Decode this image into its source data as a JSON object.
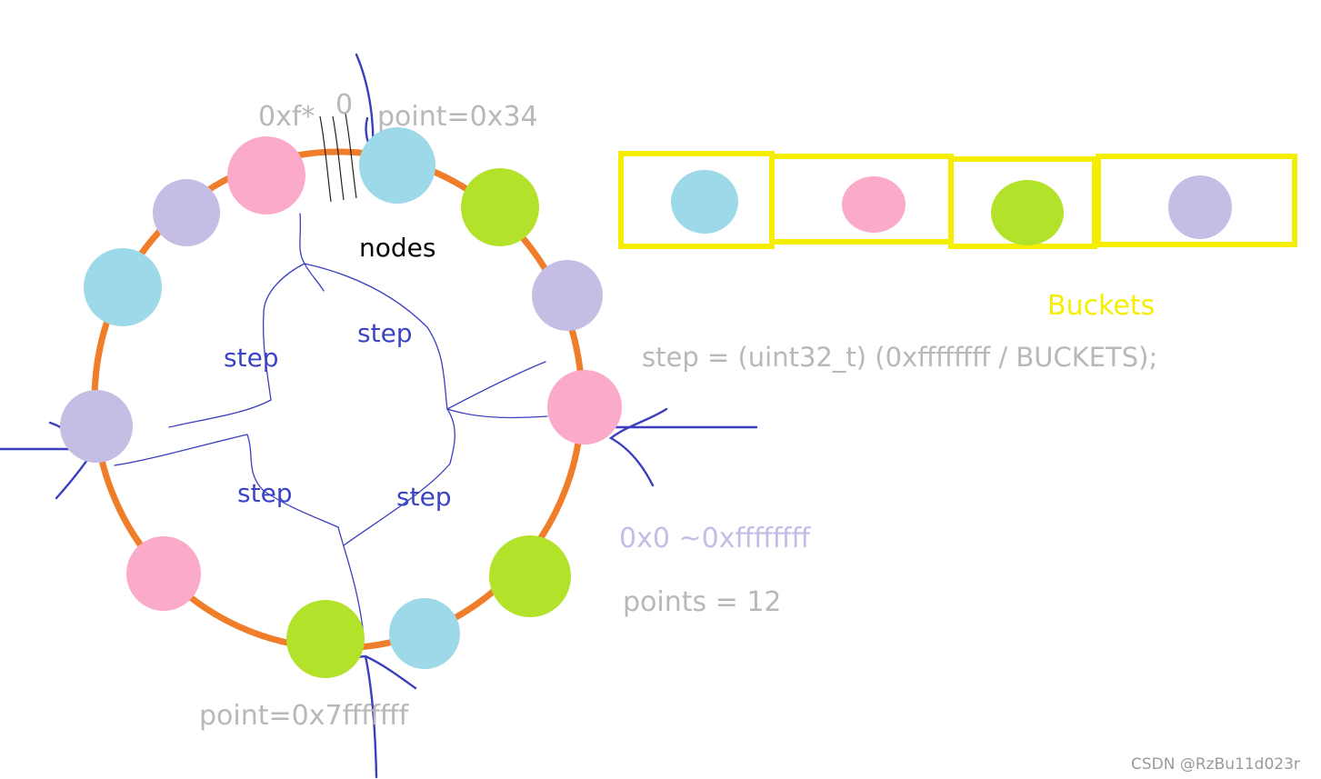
{
  "labels": {
    "zero_hex": "0xf*",
    "zero": "0",
    "point_top": "point=0x34",
    "nodes": "nodes",
    "buckets": "Buckets",
    "step_formula": "step = (uint32_t) (0xffffffff / BUCKETS);",
    "range": "0x0 ~0xffffffff",
    "points": "points = 12",
    "point_bottom": "point=0x7fffffff",
    "step": "step",
    "watermark": "CSDN @RzBu11d023r"
  },
  "colors": {
    "ring": "#f07d2a",
    "blue_node": "#9dd9e8",
    "pink_node": "#fbabc9",
    "green_node": "#b2e32a",
    "purple_node": "#c6bde5",
    "bucket_border": "#f5ee00",
    "pen": "#3a3fbf",
    "gray_text": "#b8b8b8",
    "purple_text": "#c5bde6",
    "yellow_text": "#f5ee00"
  },
  "ring_nodes": [
    "blue",
    "green",
    "purple",
    "pink",
    "green",
    "blue",
    "green",
    "pink",
    "purple",
    "blue",
    "purple",
    "pink"
  ],
  "buckets": [
    "blue",
    "pink",
    "green",
    "purple"
  ]
}
